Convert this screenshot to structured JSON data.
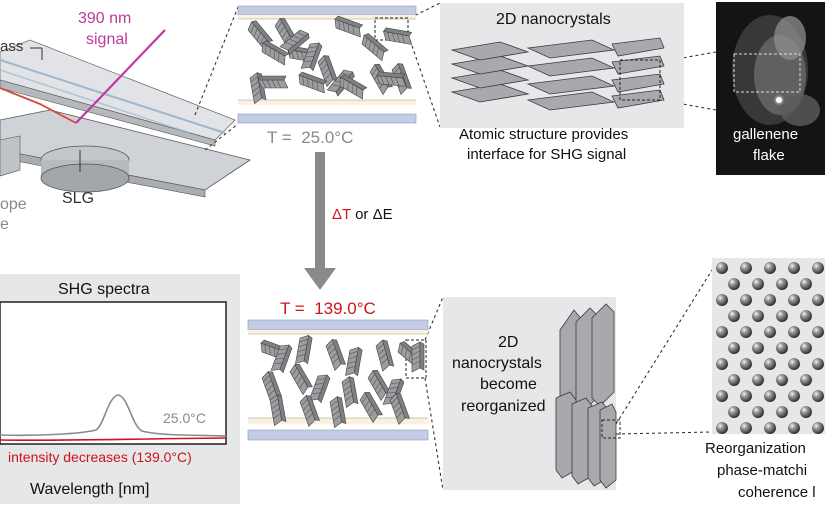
{
  "colors": {
    "signal_390": "#c1399a",
    "red_accent": "#d0121b",
    "gray_text": "#8a8a8a",
    "panel_gray": "#e6e7e9",
    "substrate_blue": "#c5cde6",
    "substrate_cream": "#fbf1dc",
    "crystal_gray": "#a7a9ac"
  },
  "setup": {
    "glass_label_partial": "ass",
    "signal_wavelength": "390 nm",
    "signal_word": "signal",
    "scope_label_partial": "ope",
    "scope_label_partial2": "e",
    "slg_label": "SLG"
  },
  "state_low": {
    "temperature_prefix": "T =",
    "temperature_value": "25.0°C"
  },
  "nanocrystals_panel": {
    "title": "2D nanocrystals",
    "caption_line1": "Atomic structure provides",
    "caption_line2": "interface for SHG signal"
  },
  "micrograph": {
    "label_line1": "gallenene",
    "label_line2": "flake"
  },
  "transition": {
    "delta_t": "ΔT",
    "or_word": "or",
    "delta_e": "ΔE"
  },
  "state_high": {
    "temperature_prefix": "T =",
    "temperature_value": "139.0°C"
  },
  "reorganized_panel": {
    "line1": "2D",
    "line2": "nanocrystals",
    "line3": "become",
    "line4": "reorganized"
  },
  "lattice_panel": {
    "caption_line1": "Reorganization",
    "caption_line2": "phase-matchi",
    "caption_line3": "coherence l"
  },
  "spectra": {
    "title": "SHG spectra",
    "curve_25_label": "25.0°C",
    "curve_139_label": "intensity decreases (139.0°C)",
    "xlabel": "Wavelength [nm]"
  }
}
